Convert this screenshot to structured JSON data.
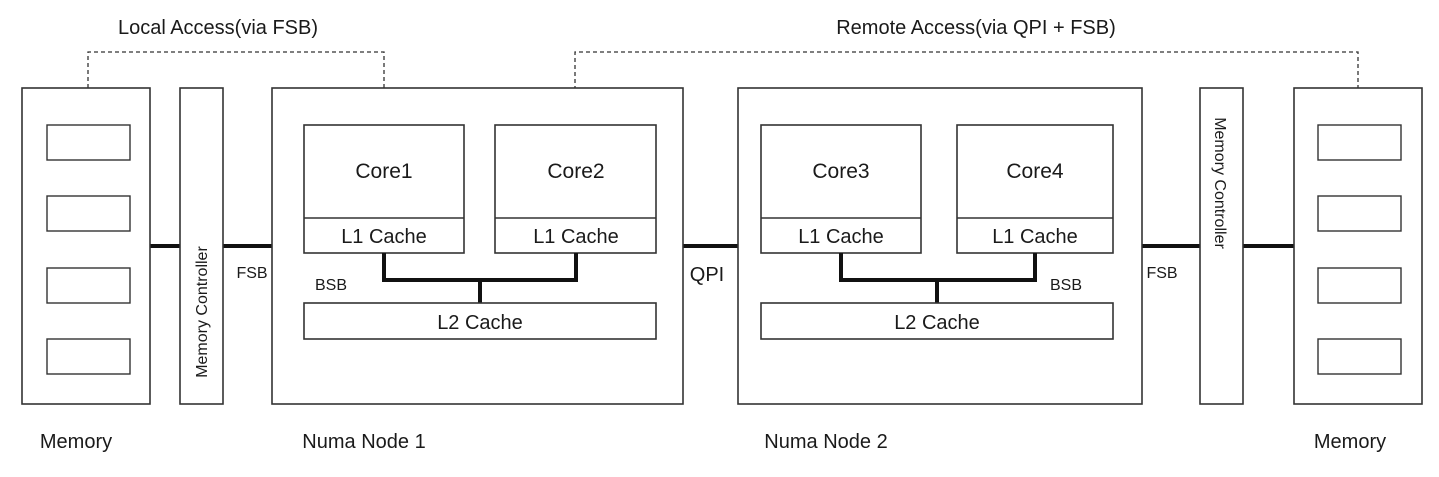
{
  "access_paths": {
    "local": "Local Access(via FSB)",
    "remote": "Remote Access(via QPI + FSB)"
  },
  "memory_left": {
    "label": "Memory"
  },
  "memory_right": {
    "label": "Memory"
  },
  "memory_controller_left": {
    "label": "Memory Controller"
  },
  "memory_controller_right": {
    "label": "Memory Controller"
  },
  "node1": {
    "label": "Numa Node 1",
    "cores": [
      {
        "name": "Core1",
        "cache": "L1 Cache"
      },
      {
        "name": "Core2",
        "cache": "L1 Cache"
      }
    ],
    "l2": "L2 Cache",
    "bsb": "BSB"
  },
  "node2": {
    "label": "Numa Node 2",
    "cores": [
      {
        "name": "Core3",
        "cache": "L1 Cache"
      },
      {
        "name": "Core4",
        "cache": "L1 Cache"
      }
    ],
    "l2": "L2 Cache",
    "bsb": "BSB"
  },
  "buses": {
    "fsb_left": "FSB",
    "fsb_right": "FSB",
    "qpi": "QPI"
  }
}
